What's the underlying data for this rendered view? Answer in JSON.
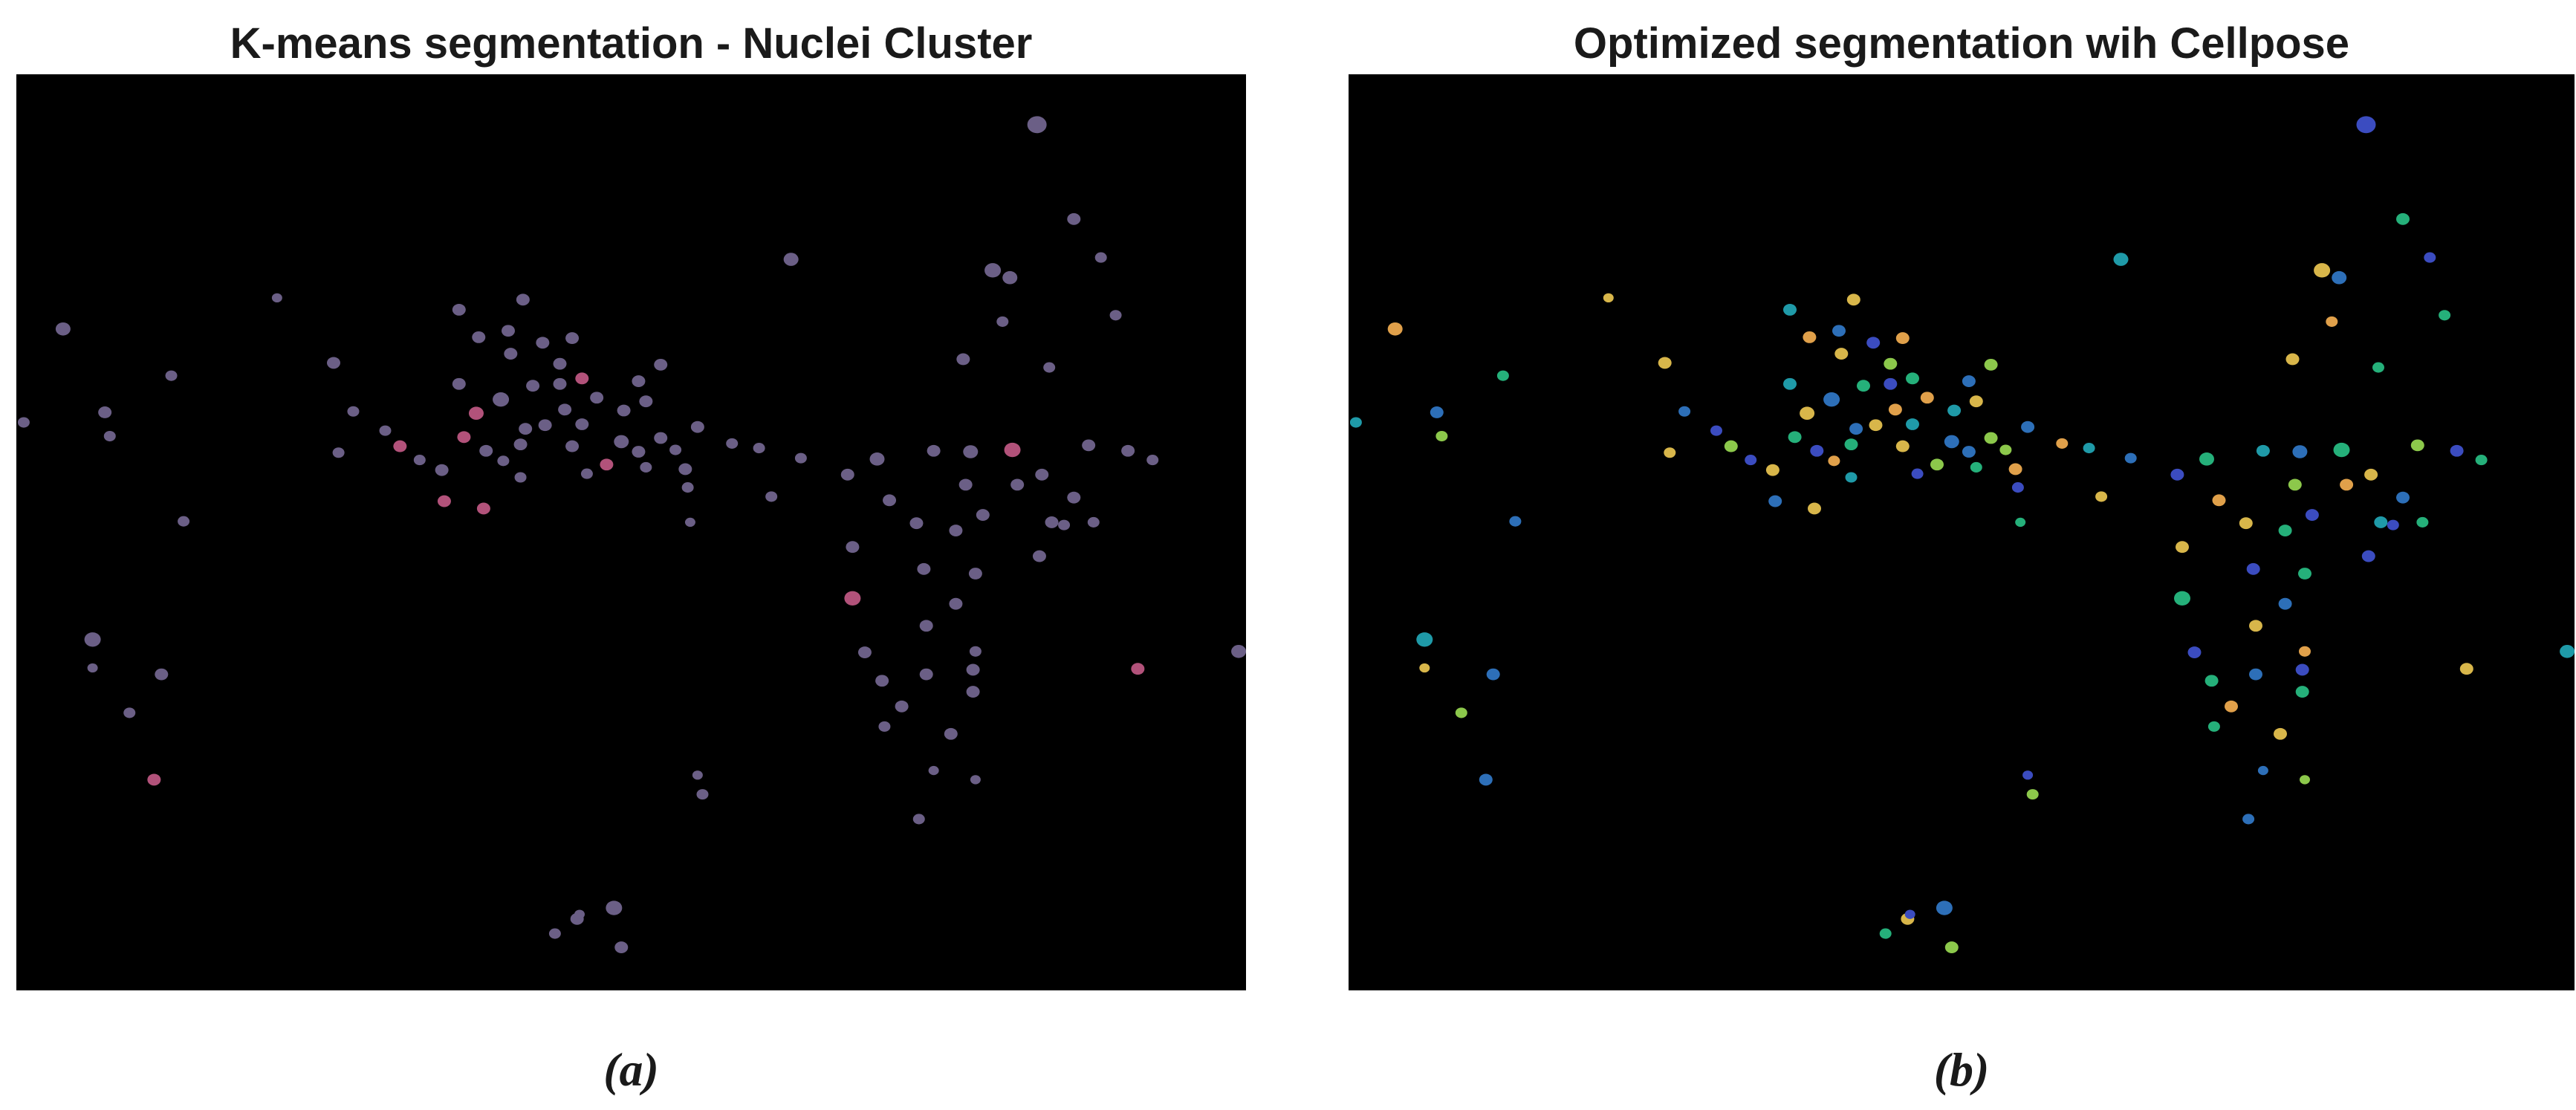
{
  "panels": [
    {
      "id": "a",
      "title": "K-means segmentation - Nuclei Cluster",
      "caption": "(a)",
      "background": "#000000",
      "palette": {
        "nuclei": "#6b5f86",
        "highlight": "#b2527a",
        "faint": "#8a8a8a"
      }
    },
    {
      "id": "b",
      "title": "Optimized segmentation wih Cellpose",
      "caption": "(b)",
      "background": "#000000",
      "palette": {
        "viridis": [
          "#3b4cc0",
          "#2d6fb8",
          "#1f9aa8",
          "#25b07a",
          "#8cc84b",
          "#d8b64a",
          "#e0a04a"
        ],
        "faint": "#8a8a8a"
      }
    }
  ]
}
